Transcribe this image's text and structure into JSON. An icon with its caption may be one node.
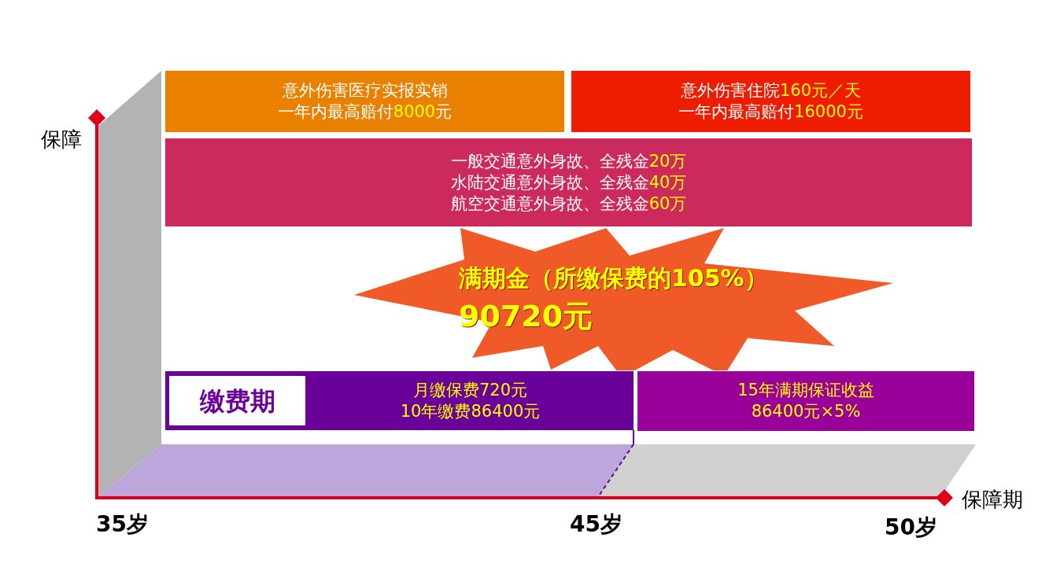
{
  "diagram": {
    "nodes": [
      {
        "text": [
          "意外伤害医疗实报实销",
          "一年内最高赔付**8000**元"
        ]
      },
      {
        "text": [
          "意外伤害住院**160元／天**",
          "一年内最高赔付**16000元**"
        ]
      },
      {
        "text": [
          "一般交通意外身故、全残金**20万**",
          "水陆交通意外身故、全残金**40万**",
          "航空交通意外身故、全残金**60万**"
        ]
      },
      {
        "text": [
          "满期金（所缴保费的105%）",
          "90720元"
        ]
      },
      {
        "text": [
          "月缴保费720元",
          "10年缴费86400元"
        ]
      },
      {
        "text": [
          "缴费期"
        ],
        "in": 4
      },
      {
        "text": [
          "15年满期保证收益",
          "86400元×5%"
        ]
      }
    ],
    "edges": [],
    "labels": [
      "保障",
      "保障期",
      "35岁",
      "45岁",
      "50岁"
    ]
  }
}
